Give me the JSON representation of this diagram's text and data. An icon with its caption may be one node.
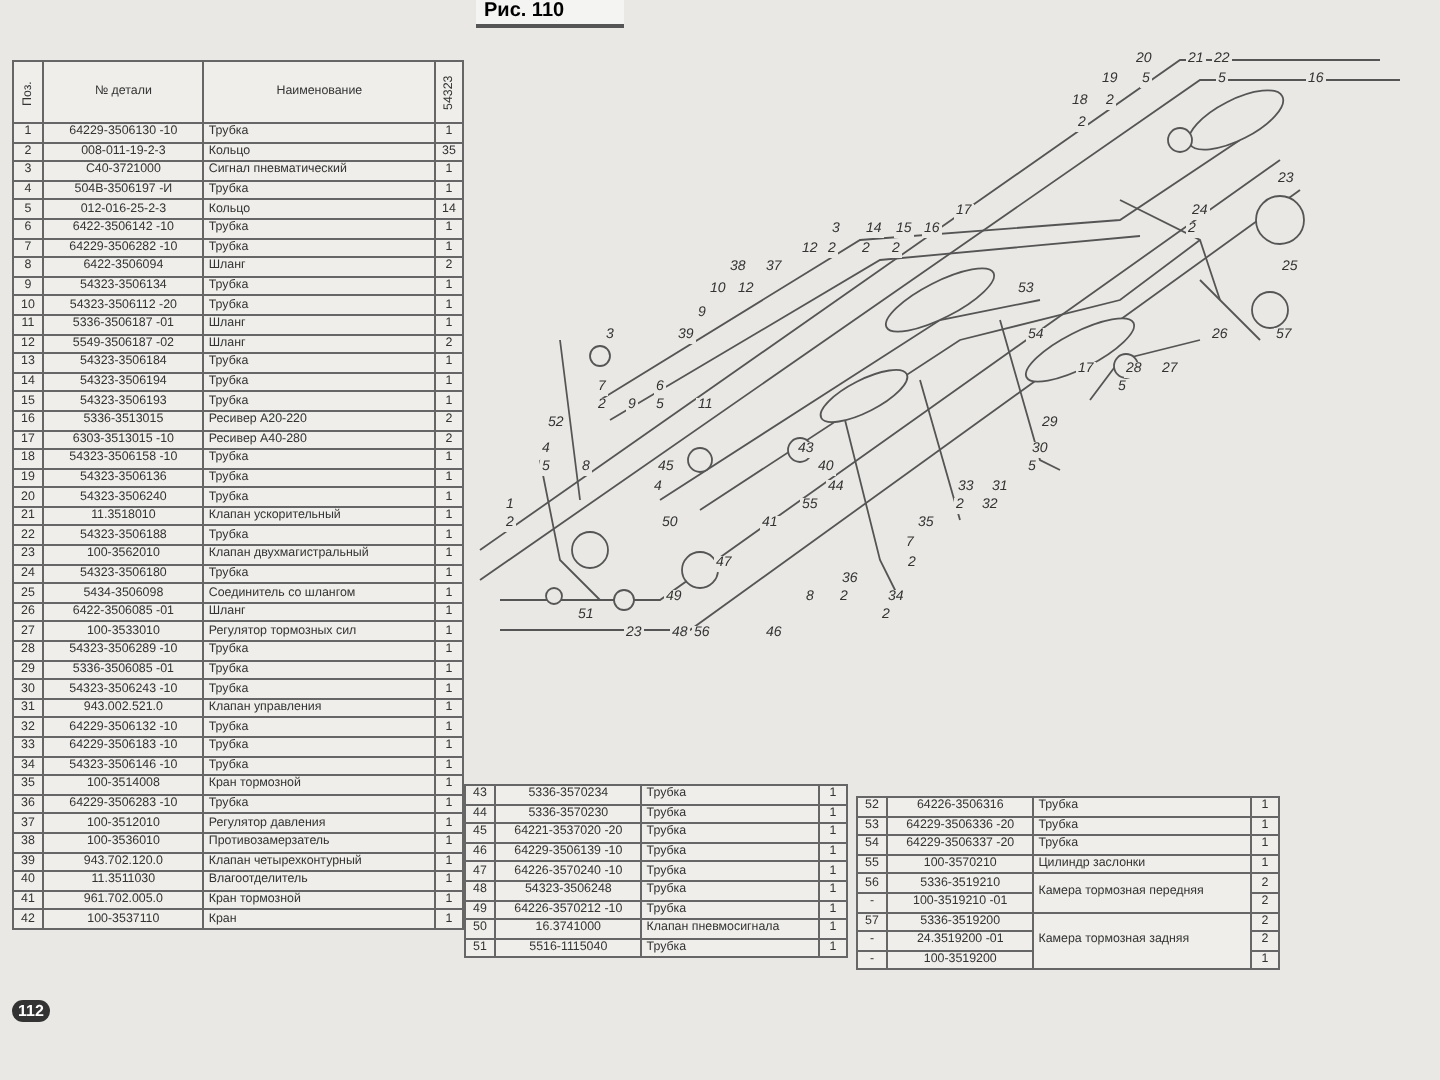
{
  "diagram": {
    "title": "Рис. 110",
    "labels": [
      "Поз.",
      "№ детали",
      "Наименование",
      "54323",
      "1",
      "64229-3506130 -10",
      "Трубка",
      "1",
      "2",
      "008-011-19-2-3",
      "Кольцо",
      "35",
      "3",
      "С40-3721000",
      "Сигнал пневматический",
      "1",
      "4",
      "504В-3506197 -И",
      "Трубка",
      "1",
      "5",
      "012-016-25-2-3",
      "Кольцо",
      "14",
      "6",
      "6422-3506142 -10",
      "Трубка",
      "1",
      "7",
      "64229-3506282 -10",
      "Трубка",
      "1",
      "8",
      "6422-3506094",
      "Шланг",
      "2",
      "9",
      "54323-3506134",
      "Трубка",
      "1",
      "10",
      "54323-3506112 -20",
      "Трубка",
      "1",
      "11",
      "5336-3506187 -01",
      "Шланг",
      "1",
      "12",
      "5549-3506187 -02",
      "Шланг",
      "2",
      "13",
      "54323-3506184",
      "Трубка",
      "1",
      "14",
      "54323-3506194",
      "Трубка",
      "1",
      "15",
      "54323-3506193",
      "Трубка",
      "1",
      "16",
      "5336-3513015",
      "Ресивер А20-220",
      "2",
      "17",
      "6303-3513015 -10",
      "Ресивер А40-280",
      "2",
      "18",
      "54323-3506158 -10",
      "Трубка",
      "1",
      "19",
      "54323-3506136",
      "Трубка",
      "1",
      "20",
      "54323-3506240",
      "Трубка",
      "1",
      "21",
      "11.3518010",
      "Клапан ускорительный",
      "1",
      "22",
      "54323-3506188",
      "Трубка",
      "1",
      "23",
      "100-3562010",
      "Клапан двухмагистральный",
      "1",
      "24",
      "54323-3506180",
      "Трубка",
      "1",
      "25",
      "5434-3506098",
      "Соединитель со шлангом",
      "1",
      "26",
      "6422-3506085 -01",
      "Шланг",
      "1",
      "27",
      "100-3533010",
      "Регулятор тормозных сил",
      "1",
      "28",
      "54323-3506289 -10",
      "Трубка",
      "1",
      "29",
      "5336-3506085 -01",
      "Трубка",
      "1",
      "30",
      "54323-3506243 -10",
      "Трубка",
      "1",
      "31",
      "943.002.521.0",
      "Клапан управления",
      "1",
      "32",
      "64229-3506132 -10",
      "Трубка",
      "1",
      "33",
      "64229-3506183 -10",
      "Трубка",
      "1",
      "34",
      "54323-3506146 -10",
      "Трубка",
      "1",
      "35",
      "100-3514008",
      "Кран тормозной",
      "1",
      "36",
      "64229-3506283 -10",
      "Трубка",
      "1",
      "37",
      "100-3512010",
      "Регулятор давления",
      "1",
      "38",
      "100-3536010",
      "Противозамерзатель",
      "1",
      "39",
      "943.702.120.0",
      "Клапан четырехконтурный",
      "1",
      "40",
      "11.3511030",
      "Влагоотделитель",
      "1",
      "41",
      "961.702.005.0",
      "Кран тормозной",
      "1",
      "42",
      "100-3537110",
      "Кран",
      "1",
      "43",
      "5336-3570234",
      "Трубка",
      "1",
      "44",
      "5336-3570230",
      "Трубка",
      "1",
      "45",
      "64221-3537020 -20",
      "Трубка",
      "1",
      "46",
      "64229-3506139 -10",
      "Трубка",
      "1",
      "47",
      "64226-3570240 -10",
      "Трубка",
      "1",
      "48",
      "54323-3506248",
      "Трубка",
      "1",
      "49",
      "64226-3570212 -10",
      "Трубка",
      "1",
      "50",
      "16.3741000",
      "Клапан пневмосигнала",
      "1",
      "51",
      "5516-1115040",
      "Трубка",
      "1",
      "52",
      "64226-3506316",
      "Трубка",
      "1",
      "53",
      "64229-3506336 -20",
      "Трубка",
      "1",
      "54",
      "64229-3506337 -20",
      "Трубка",
      "1",
      "55",
      "100-3570210",
      "Цилиндр заслонки",
      "1",
      "56",
      "5336-3519210",
      "Камера тормозная передняя",
      "2",
      "-",
      "100-3519210 -01",
      "2",
      "57",
      "5336-3519200",
      "Камера тормозная задняя",
      "2",
      "-",
      "24.3519200 -01",
      "2",
      "-",
      "100-3519200",
      "1",
      "112",
      "20",
      "21",
      "22",
      "19",
      "5",
      "5",
      "16",
      "18",
      "2",
      "2",
      "23",
      "17",
      "24",
      "3",
      "14",
      "15",
      "16",
      "2",
      "12",
      "2",
      "2",
      "2",
      "38",
      "37",
      "25",
      "10",
      "12",
      "53",
      "9",
      "3",
      "39",
      "54",
      "26",
      "57",
      "17",
      "28",
      "27",
      "7",
      "6",
      "5",
      "2",
      "9",
      "5",
      "11",
      "52",
      "29",
      "4",
      "43",
      "30",
      "5",
      "8",
      "45",
      "40",
      "5",
      "4",
      "44",
      "33",
      "31",
      "1",
      "55",
      "2",
      "32",
      "2",
      "50",
      "41",
      "35",
      "7",
      "47",
      "2",
      "36",
      "49",
      "8",
      "2",
      "34",
      "51",
      "2",
      "23",
      "48",
      "56",
      "46"
    ]
  }
}
